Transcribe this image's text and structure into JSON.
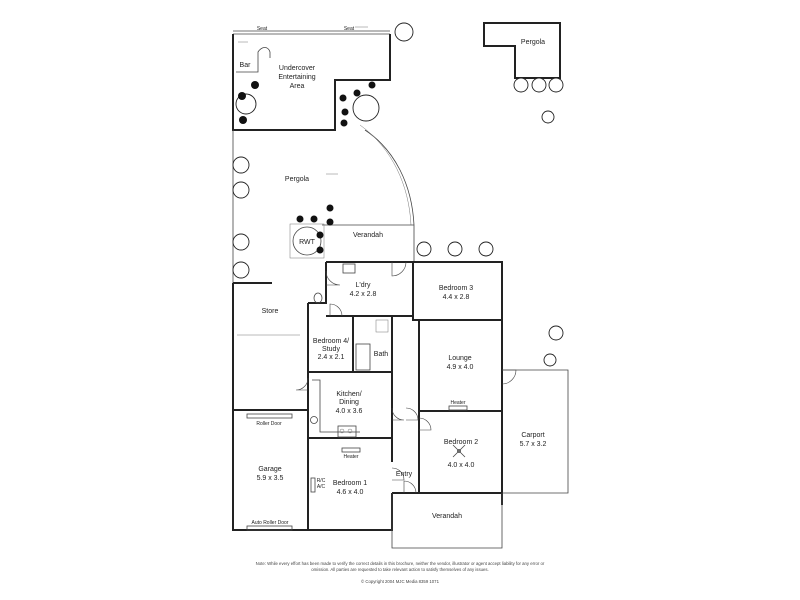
{
  "labels": {
    "seat_left": "Seat",
    "seat_right": "Seat",
    "pergola_top": "Pergola",
    "bar": "Bar",
    "undercover_1": "Undercover",
    "undercover_2": "Entertaining",
    "undercover_3": "Area",
    "pergola_main": "Pergola",
    "rwt": "RWT",
    "verandah_top": "Verandah",
    "laundry_name": "L'dry",
    "laundry_size": "4.2 x 2.8",
    "bedroom3_name": "Bedroom 3",
    "bedroom3_size": "4.4 x 2.8",
    "store": "Store",
    "bedroom4_name_1": "Bedroom 4/",
    "bedroom4_name_2": "Study",
    "bedroom4_size": "2.4 x 2.1",
    "bath": "Bath",
    "lounge_name": "Lounge",
    "lounge_size": "4.9 x 4.0",
    "heater_lounge": "Heater",
    "kitchen_name_1": "Kitchen/",
    "kitchen_name_2": "Dining",
    "kitchen_size": "4.0 x 3.6",
    "roller_door": "Roller Door",
    "heater_hall": "Heater",
    "bedroom2_name": "Bedroom 2",
    "bedroom2_size": "4.0 x 4.0",
    "carport_name": "Carport",
    "carport_size": "5.7 x 3.2",
    "garage_name": "Garage",
    "garage_size": "5.9 x 3.5",
    "rc_ac_1": "R/C",
    "rc_ac_2": "A/C",
    "bedroom1_name": "Bedroom 1",
    "bedroom1_size": "4.6 x 4.0",
    "entry": "Entry",
    "verandah_bottom": "Verandah",
    "auto_roller_door": "Auto Roller Door"
  },
  "footer": {
    "note": "Note:  While every effort has been made to verify the correct details in this brochure, neither the vendor, illustrator or agent accept liability for any error or omission.  All parties are requested to take relevant action to satisfy themselves of any issues.",
    "copyright": "© Copyright 2004 MJC Media 8359 1071"
  },
  "colors": {
    "wall": "#222222",
    "background": "#ffffff"
  }
}
